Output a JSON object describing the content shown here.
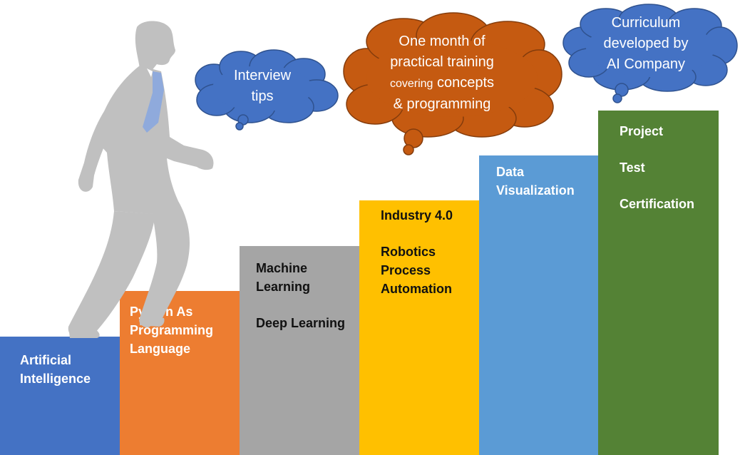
{
  "steps": [
    {
      "lines": [
        "Artificial",
        "Intelligence"
      ]
    },
    {
      "lines": [
        "Python As",
        "Programming",
        "Language"
      ]
    },
    {
      "lines": [
        "Machine",
        "Learning"
      ],
      "lines2": [
        "Deep Learning"
      ]
    },
    {
      "lines": [
        "Industry 4.0"
      ],
      "lines2": [
        "Robotics",
        "Process",
        "Automation"
      ]
    },
    {
      "lines": [
        "Data",
        "Visualization"
      ]
    },
    {
      "lines": [
        "Project"
      ],
      "lines2": [
        "Test"
      ],
      "lines3": [
        "Certification"
      ]
    }
  ],
  "clouds": {
    "interview": {
      "lines": [
        "Interview",
        "tips"
      ],
      "color": "#4472c4"
    },
    "training": {
      "line1": "One month of",
      "line2": "practical training",
      "line3_small": "covering",
      "line3_rest": " concepts",
      "line4": "& programming",
      "color": "#c55a11"
    },
    "curriculum": {
      "lines": [
        "Curriculum",
        "developed by",
        "AI Company"
      ],
      "color": "#4472c4"
    }
  },
  "colors": {
    "step_blue": "#4472c4",
    "step_orange": "#ed7d31",
    "step_gray": "#a5a5a5",
    "step_yellow": "#ffc000",
    "step_lightblue": "#5b9bd5",
    "step_green": "#548235",
    "person": "#c0c0c0",
    "tie": "#8faadc"
  },
  "icons": {
    "person": "climbing-businessman-icon",
    "clouds": "thought-bubble-icon"
  }
}
